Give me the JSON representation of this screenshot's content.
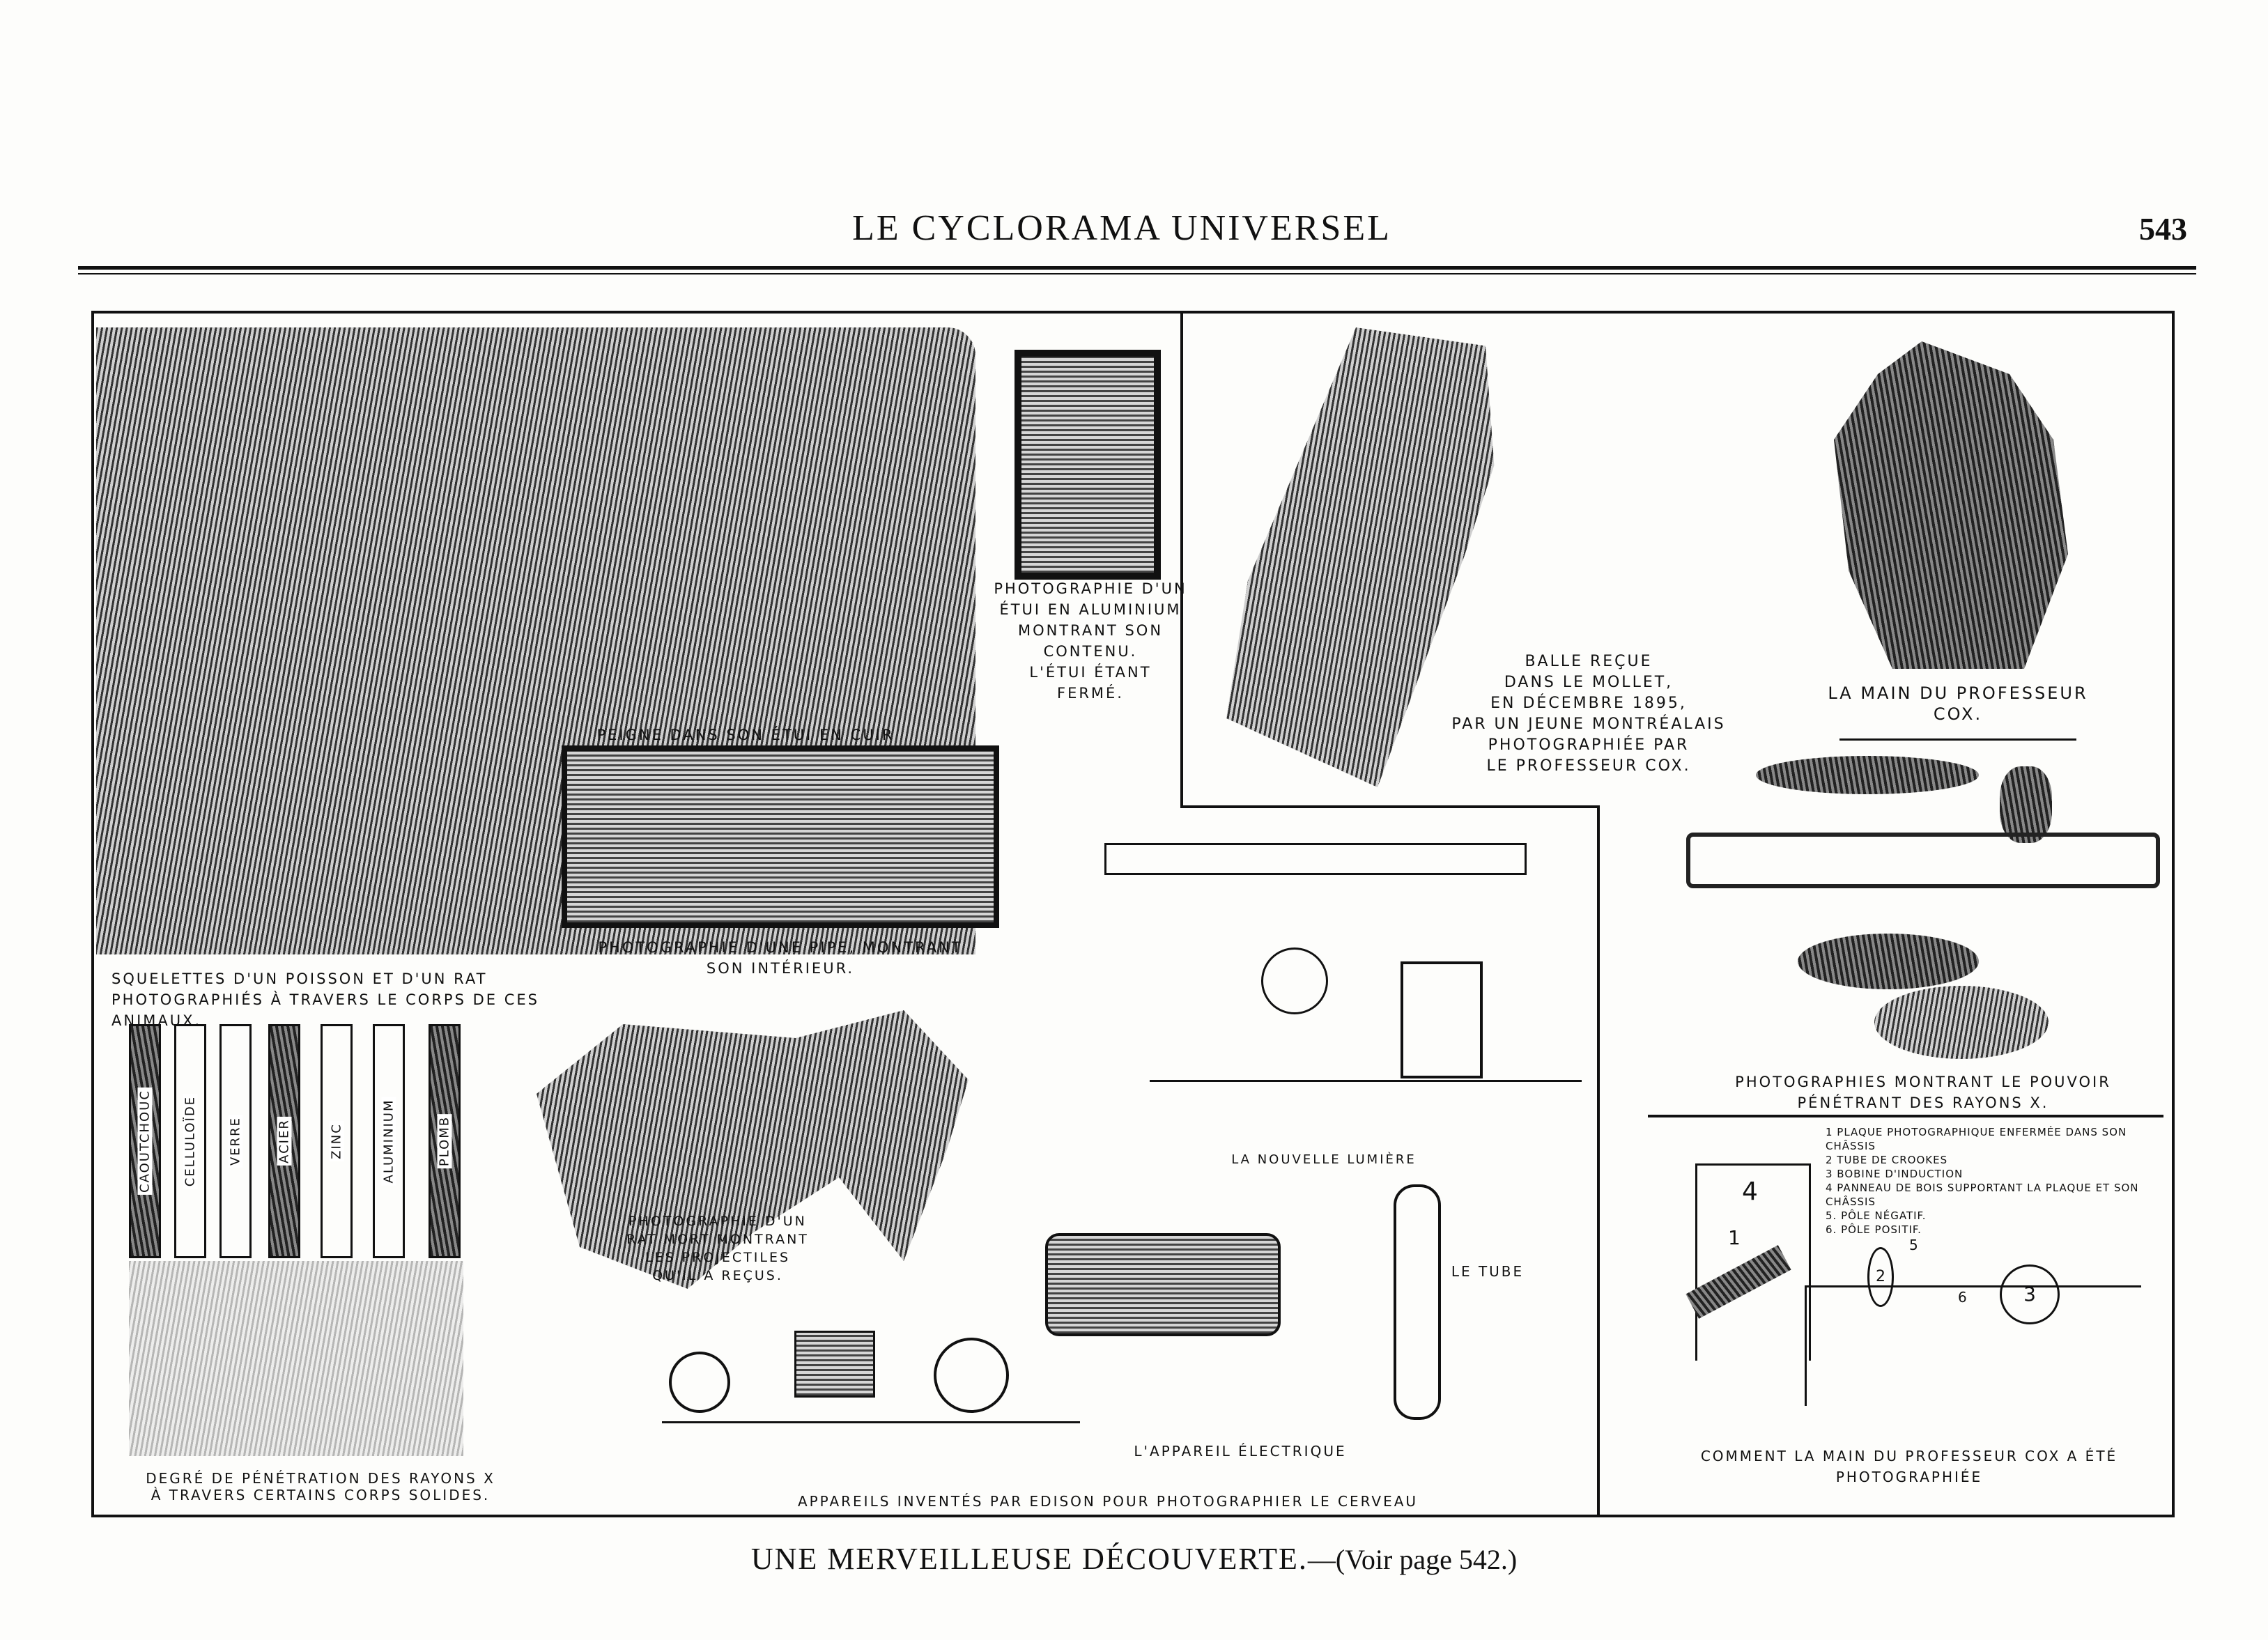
{
  "header": {
    "title": "LE CYCLORAMA UNIVERSEL",
    "page_number": "543"
  },
  "captions": {
    "squelettes": "SQUELETTES D'UN POISSON ET D'UN RAT\nPHOTOGRAPHIÉS À TRAVERS LE CORPS DE CES\nANIMAUX.",
    "etui": "PHOTOGRAPHIE D'UN\nÉTUI EN ALUMINIUM\nMONTRANT SON\nCONTENU.\nL'ÉTUI ÉTANT\nFERMÉ.",
    "peigne": "PEIGNE DANS SON ÉTUI EN CUIR",
    "pipe": "PHOTOGRAPHIE D'UNE PIPE, MONTRANT\nSON INTÉRIEUR.",
    "balle": "BALLE REÇUE\nDANS LE MOLLET,\nEN DÉCEMBRE 1895,\nPAR UN JEUNE MONTRÉALAIS\nPHOTOGRAPHIÉE PAR\nLE PROFESSEUR COX.",
    "main": "LA MAIN DU PROFESSEUR\nCOX.",
    "pouvoir": "PHOTOGRAPHIES MONTRANT LE POUVOIR\nPÉNÉTRANT DES RAYONS X.",
    "rat": "PHOTOGRAPHIE D'UN\nRAT MORT MONTRANT\nLES PROJECTILES\nQU'IL A REÇUS.",
    "lumiere": "LA NOUVELLE LUMIÈRE",
    "tube": "LE TUBE",
    "electrique": "L'APPAREIL ÉLECTRIQUE",
    "edison": "APPAREILS INVENTÉS PAR EDISON POUR PHOTOGRAPHIER LE CERVEAU",
    "degre": "DEGRÉ DE PÉNÉTRATION DES RAYONS X\nÀ TRAVERS CERTAINS CORPS SOLIDES.",
    "comment": "COMMENT LA MAIN DU PROFESSEUR COX A ÉTÉ\nPHOTOGRAPHIÉE"
  },
  "materials": [
    "CAOUTCHOUC",
    "CELLULOÏDE",
    "VERRE",
    "ACIER",
    "ZINC",
    "ALUMINIUM",
    "PLOMB"
  ],
  "legend": [
    "1 PLAQUE PHOTOGRAPHIQUE ENFERMÉE DANS SON CHÂSSIS",
    "2 TUBE DE CROOKES",
    "3 BOBINE D'INDUCTION",
    "4 PANNEAU DE BOIS SUPPORTANT LA PLAQUE ET SON CHÂSSIS",
    "5. PÔLE NÉGATIF.",
    "6. PÔLE POSITIF."
  ],
  "diagram_numbers": [
    "4",
    "1",
    "2",
    "3",
    "5",
    "6"
  ],
  "footer": {
    "title": "UNE MERVEILLEUSE DÉCOUVERTE.",
    "ref": "—(Voir page 542.)"
  }
}
